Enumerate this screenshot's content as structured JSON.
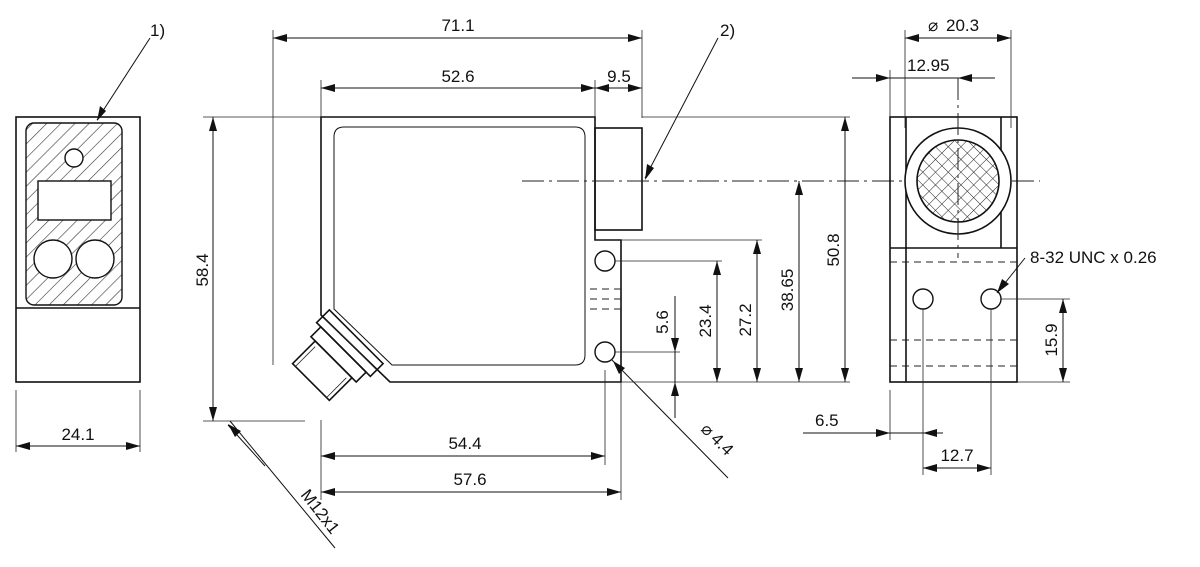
{
  "callouts": {
    "c1": "1)",
    "c2": "2)"
  },
  "dims": {
    "front_width": "24.1",
    "overall_length": "71.1",
    "body_length": "52.6",
    "connector_length": "9.5",
    "height": "58.4",
    "lower_length_1": "54.4",
    "lower_length_2": "57.6",
    "hole_spacing_small": "5.6",
    "hole_to_base": "23.4",
    "step_height": "27.2",
    "center_height": "38.65",
    "top_height": "50.8",
    "hole_diameter": "4.4",
    "connector_thread": "M12x1",
    "lens_diameter": "20.3",
    "lens_offset": "12.95",
    "thread_spec": "8-32 UNC x 0.26",
    "side_offset": "6.5",
    "side_hole_spacing": "12.7",
    "side_hole_height": "15.9"
  },
  "symbols": {
    "diameter": "⌀"
  }
}
